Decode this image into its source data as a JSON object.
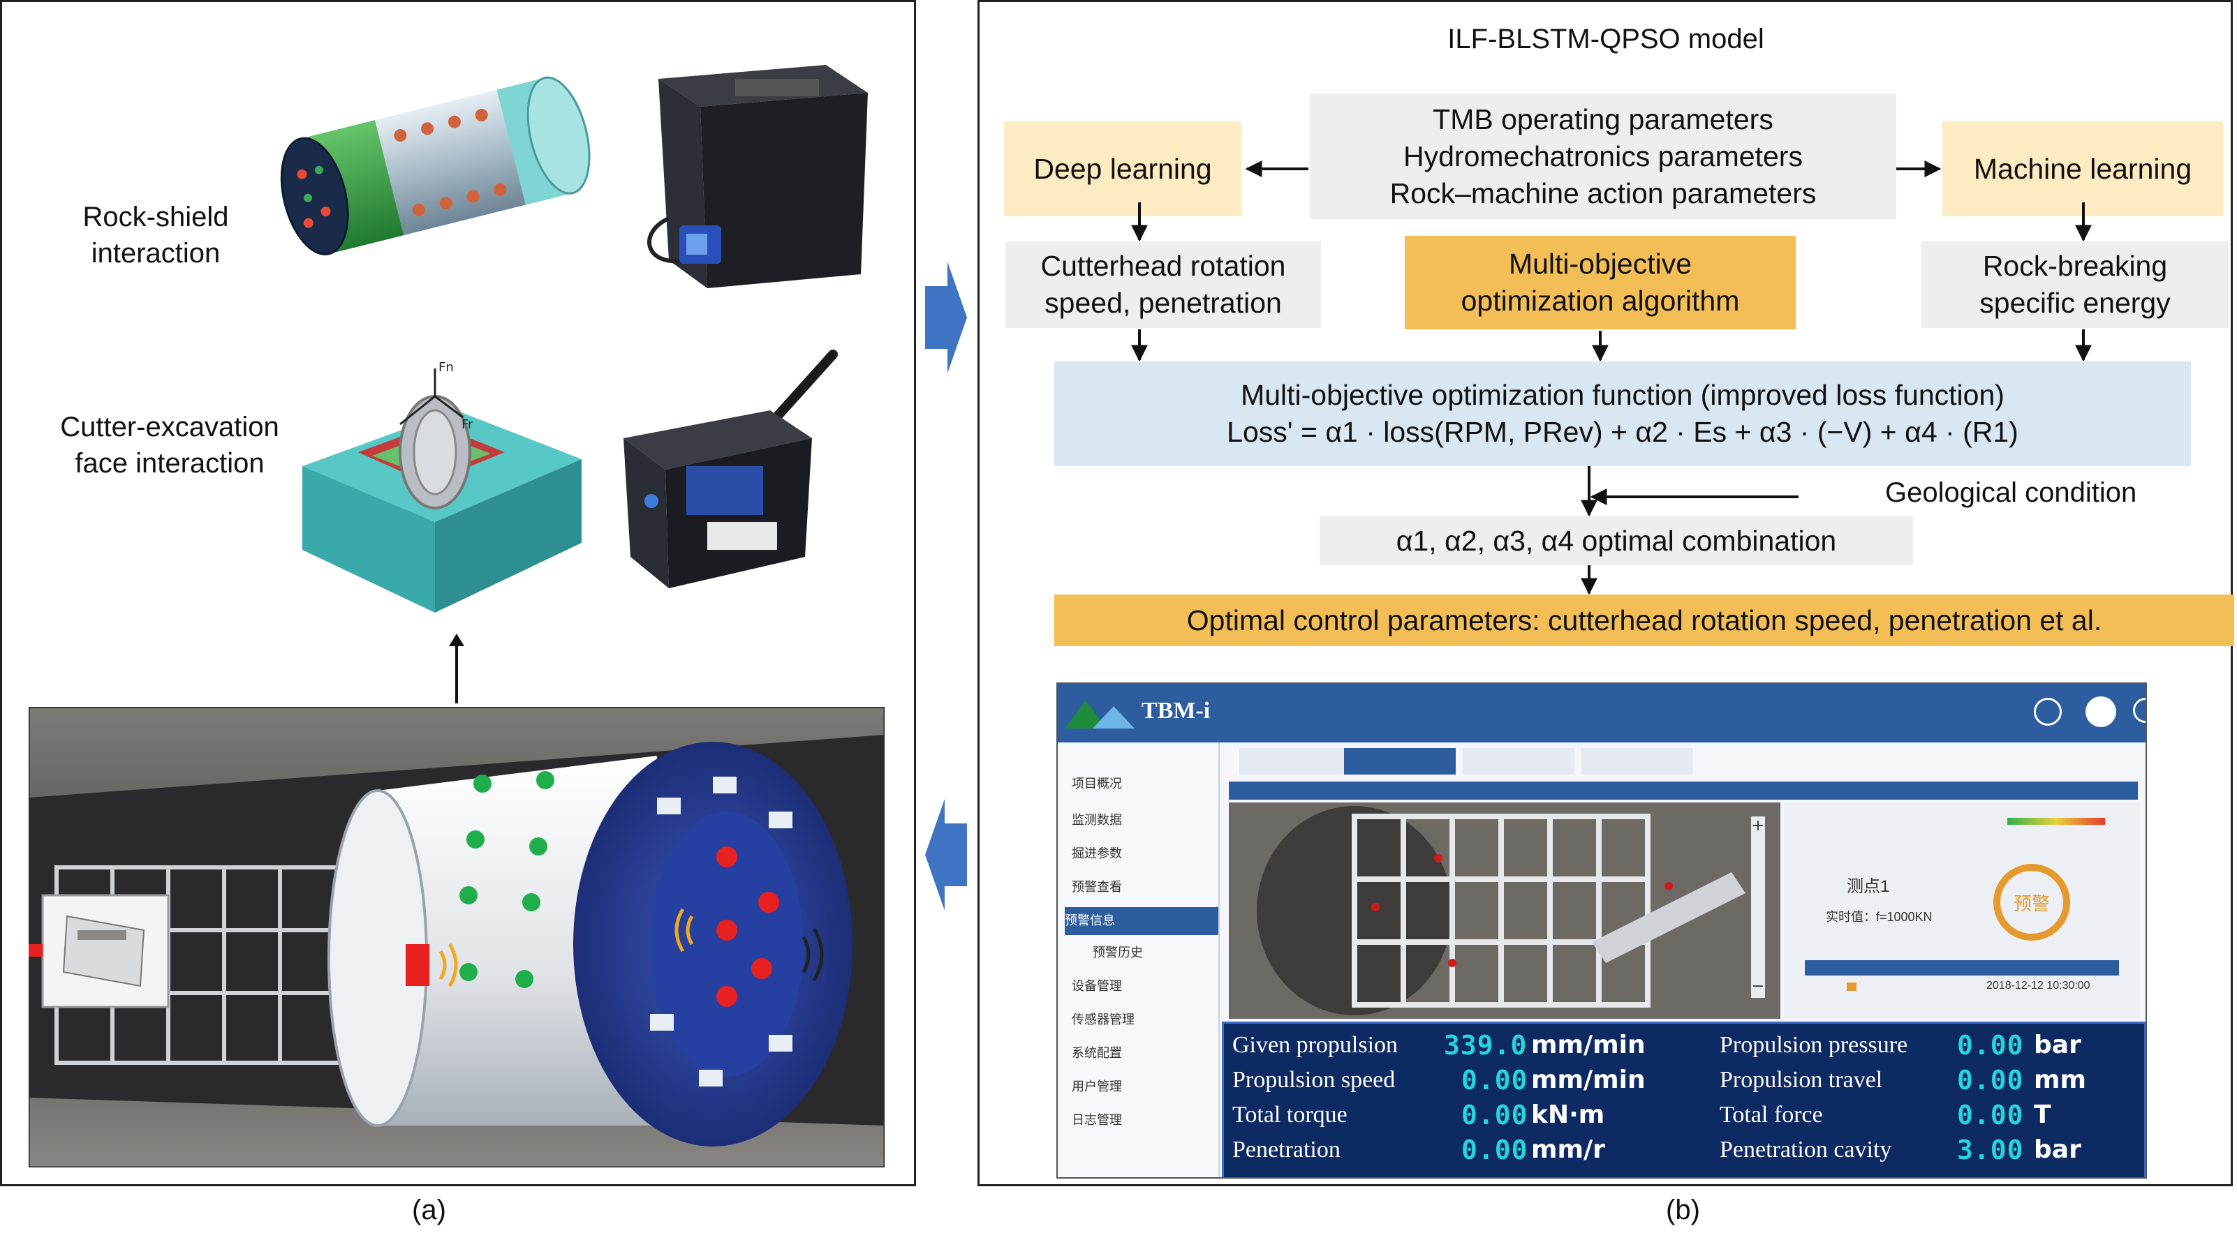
{
  "panel_a": {
    "label_rock_shield": "Rock-shield\ninteraction",
    "label_cutter": "Cutter-excavation\nface interaction",
    "caption": "(a)"
  },
  "panel_b": {
    "title": "ILF-BLSTM-QPSO model",
    "params_box": [
      "TMB operating parameters",
      "Hydromechatronics parameters",
      "Rock–machine action parameters"
    ],
    "deep_learning": "Deep learning",
    "machine_learning": "Machine learning",
    "cutterhead": [
      "Cutterhead rotation",
      "speed, penetration"
    ],
    "moo_algorithm": [
      "Multi-objective",
      "optimization algorithm"
    ],
    "rock_breaking": [
      "Rock-breaking",
      "specific energy"
    ],
    "moo_function_title": "Multi-objective optimization function (improved loss function)",
    "loss_formula": "Loss' = α1 · loss(RPM, PRev) + α2 · Es + α3 · (−V) + α4 · (R1)",
    "geological": "Geological condition",
    "alpha_combination": "α1, α2, α3, α4 optimal combination",
    "optimal_control": "Optimal control parameters: cutterhead rotation speed, penetration et al.",
    "caption": "(b)"
  },
  "dashboard": {
    "logo": "TBM-i",
    "measure_point": "测点1",
    "force_text": "实时值：f=1000KN",
    "warning": "预警",
    "date": "2018-12-12  10:30:00",
    "readouts": [
      {
        "name": "Given propulsion",
        "value": "339.0",
        "unit": "mm/min"
      },
      {
        "name": "Propulsion pressure",
        "value": "0.00",
        "unit": "bar"
      },
      {
        "name": "Propulsion speed",
        "value": "0.00",
        "unit": "mm/min"
      },
      {
        "name": "Propulsion travel",
        "value": "0.00",
        "unit": "mm"
      },
      {
        "name": "Total torque",
        "value": "0.00",
        "unit": "kN·m"
      },
      {
        "name": "Total force",
        "value": "0.00",
        "unit": "T"
      },
      {
        "name": "Penetration",
        "value": "0.00",
        "unit": "mm/r"
      },
      {
        "name": "Penetration cavity",
        "value": "3.00",
        "unit": "bar"
      }
    ],
    "side_items": [
      "项目概况",
      "监测数据",
      "掘进参数",
      "预警查看",
      "预警信息",
      "预警历史",
      "设备管理",
      "传感器管理",
      "系统配置",
      "用户管理",
      "日志管理"
    ]
  },
  "colors": {
    "yellow_box": "#fdebc1",
    "orange_box": "#f3be55",
    "blue_box": "#d9e7f3",
    "gray_box": "#eeeeee",
    "arrow_blue": "#3f74c4",
    "readout_bg": "#0e2a62",
    "readout_value": "#27d4d9"
  }
}
